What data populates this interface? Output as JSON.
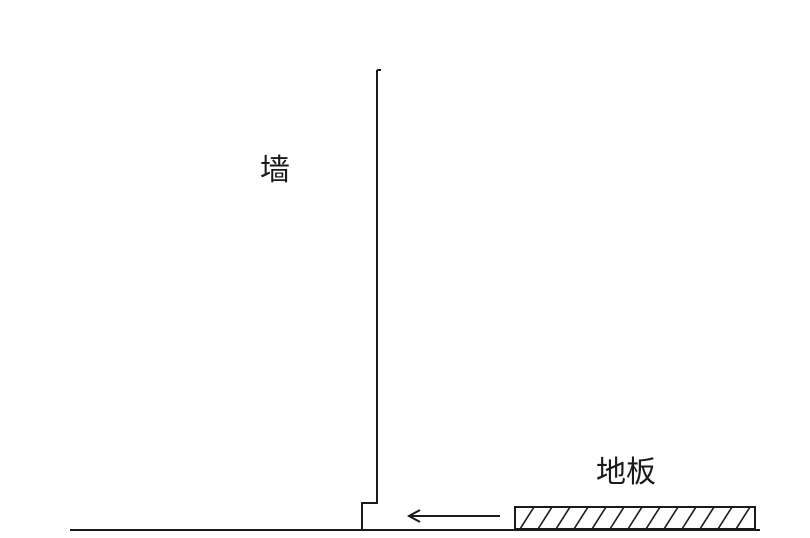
{
  "labels": {
    "wall": "墙",
    "floor": "地板"
  },
  "colors": {
    "line": "#1a1a1a",
    "background": "#ffffff"
  },
  "arrow": {
    "direction": "left"
  }
}
